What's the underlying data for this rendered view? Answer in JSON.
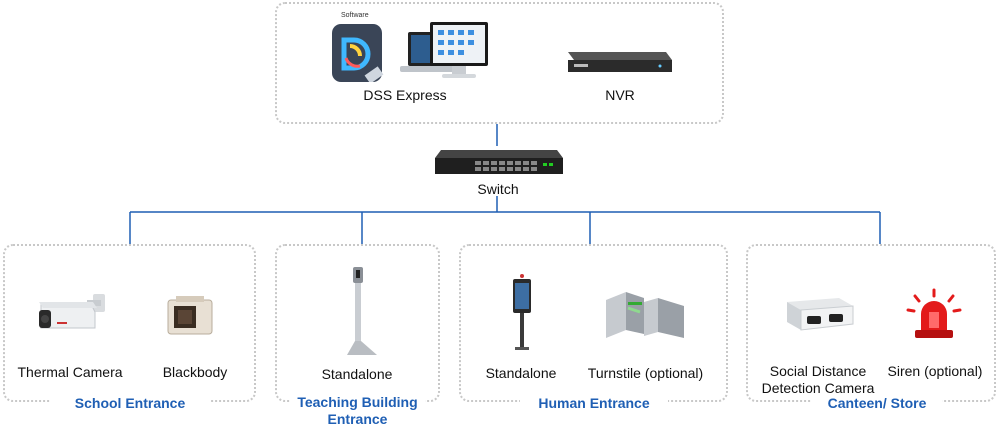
{
  "top_group": {
    "software_tag": "Software",
    "dss_label": "DSS Express",
    "nvr_label": "NVR"
  },
  "switch_label": "Switch",
  "groups": [
    {
      "title": "School Entrance",
      "devices": [
        "Thermal Camera",
        "Blackbody"
      ]
    },
    {
      "title": "Teaching Building Entrance",
      "devices": [
        "Standalone"
      ]
    },
    {
      "title": "Human Entrance",
      "devices": [
        "Standalone",
        "Turnstile (optional)"
      ]
    },
    {
      "title": "Canteen/ Store",
      "devices": [
        "Social Distance Detection Camera",
        "Siren (optional)"
      ]
    }
  ],
  "colors": {
    "accent": "#1f5fb4",
    "border": "#c8c8c8",
    "siren": "#e31b1b"
  }
}
